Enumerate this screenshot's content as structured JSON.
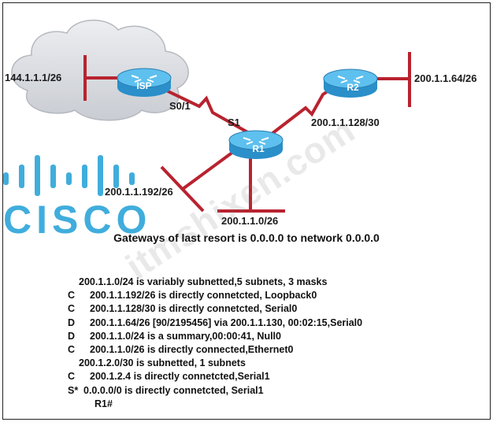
{
  "brand": {
    "logo_text": "CISCO",
    "watermark": "itmshixen.com"
  },
  "topology": {
    "routers": [
      {
        "id": "isp",
        "label": "ISP"
      },
      {
        "id": "r1",
        "label": "R1"
      },
      {
        "id": "r2",
        "label": "R2"
      }
    ],
    "labels": {
      "isp_lan": "144.1.1.1/26",
      "isp_serial": "S0/1",
      "r1_serial": "S1",
      "r2_lan": "200.1.1.64/26",
      "r1_r2_link": "200.1.1.128/30",
      "r1_lan_192": "200.1.1.192/26",
      "r1_lan_0": "200.1.1.0/26"
    }
  },
  "gateway_text": "Gateways of last resort is 0.0.0.0 to network 0.0.0.0",
  "routing_table": [
    {
      "code": "",
      "text": "200.1.1.0/24 is variably subnetted,5 subnets, 3 masks"
    },
    {
      "code": "C",
      "text": "200.1.1.192/26 is directly connetcted, Loopback0"
    },
    {
      "code": "C",
      "text": "200.1.1.128/30 is directly connetcted, Serial0"
    },
    {
      "code": "D",
      "text": "200.1.1.64/26 [90/2195456] via 200.1.1.130, 00:02:15,Serial0"
    },
    {
      "code": "D",
      "text": "200.1.1.0/24 is a summary,00:00:41, Null0"
    },
    {
      "code": "C",
      "text": "200.1.1.0/26 is directly connected,Ethernet0"
    },
    {
      "code": "",
      "text": "200.1.2.0/30 is subnetted, 1 subnets"
    },
    {
      "code": "C",
      "text": "200.1.2.4 is directly connetcted,Serial1"
    },
    {
      "code": "S*",
      "text": "0.0.0.0/0 is directly connetcted, Serial1"
    },
    {
      "code": "",
      "text": "R1#"
    }
  ],
  "colors": {
    "link": "#b8232f",
    "router_body": "#2b8fc9",
    "router_top": "#5ec0ee",
    "cloud": "#d9dbdf",
    "cisco_blue": "#1f9fd6"
  }
}
